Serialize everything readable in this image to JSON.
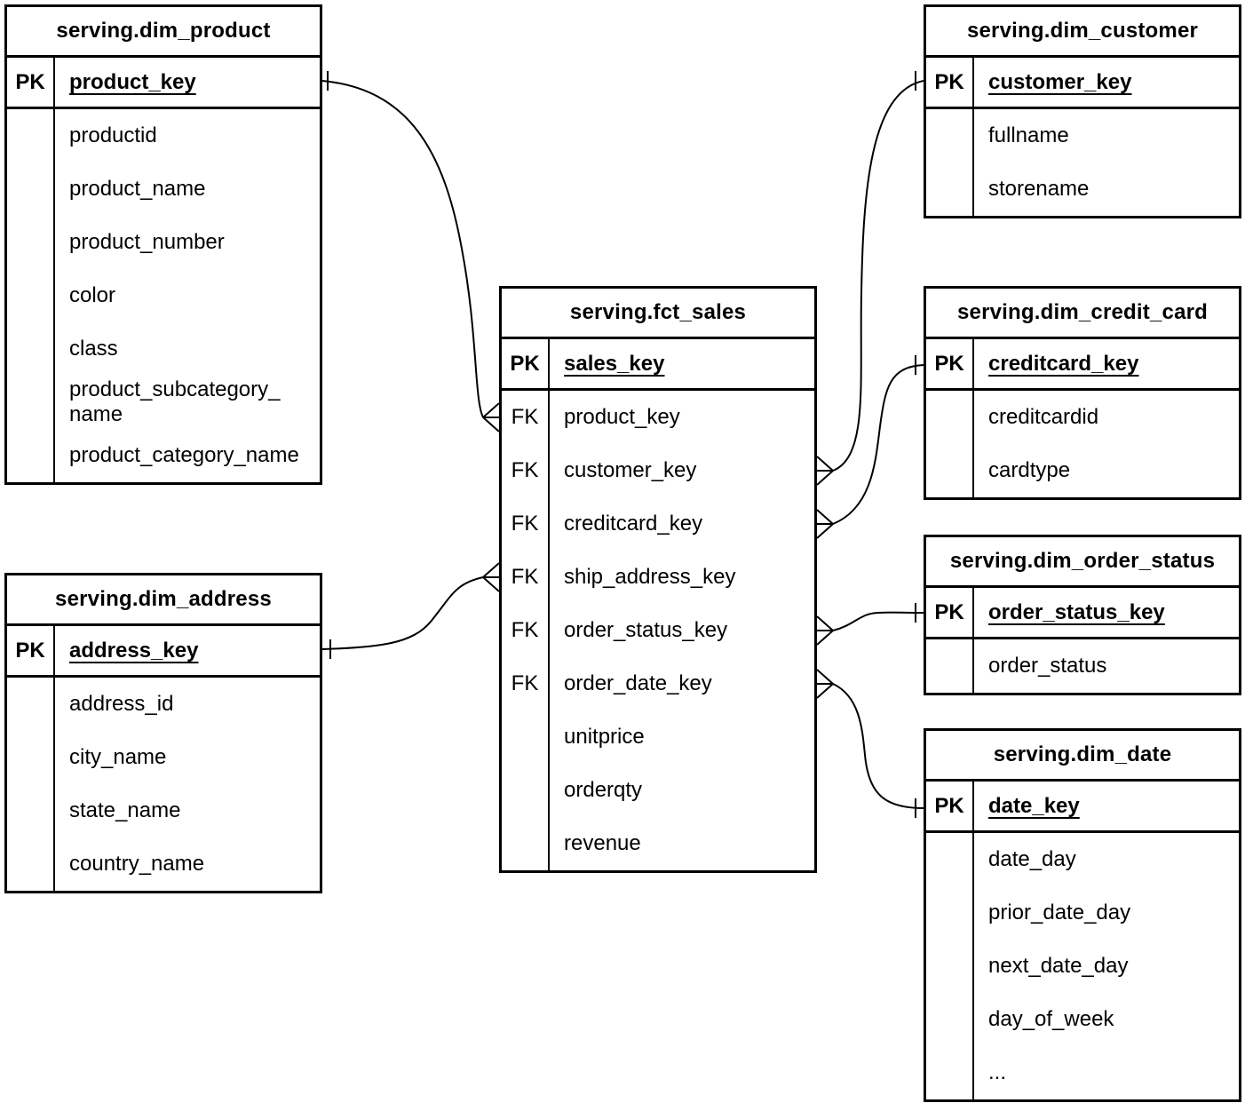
{
  "tables": {
    "dim_product": {
      "title": "serving.dim_product",
      "pk": {
        "key": "PK",
        "name": "product_key"
      },
      "fields": [
        {
          "key": "",
          "name": "productid"
        },
        {
          "key": "",
          "name": "product_name"
        },
        {
          "key": "",
          "name": "product_number"
        },
        {
          "key": "",
          "name": "color"
        },
        {
          "key": "",
          "name": "class"
        },
        {
          "key": "",
          "name": "product_subcategory_\nname"
        },
        {
          "key": "",
          "name": "product_category_name"
        }
      ]
    },
    "dim_address": {
      "title": "serving.dim_address",
      "pk": {
        "key": "PK",
        "name": "address_key"
      },
      "fields": [
        {
          "key": "",
          "name": "address_id"
        },
        {
          "key": "",
          "name": "city_name"
        },
        {
          "key": "",
          "name": "state_name"
        },
        {
          "key": "",
          "name": "country_name"
        }
      ]
    },
    "fct_sales": {
      "title": "serving.fct_sales",
      "pk": {
        "key": "PK",
        "name": "sales_key"
      },
      "fields": [
        {
          "key": "FK",
          "name": "product_key"
        },
        {
          "key": "FK",
          "name": "customer_key"
        },
        {
          "key": "FK",
          "name": "creditcard_key"
        },
        {
          "key": "FK",
          "name": "ship_address_key"
        },
        {
          "key": "FK",
          "name": "order_status_key"
        },
        {
          "key": "FK",
          "name": "order_date_key"
        },
        {
          "key": "",
          "name": "unitprice"
        },
        {
          "key": "",
          "name": "orderqty"
        },
        {
          "key": "",
          "name": "revenue"
        }
      ]
    },
    "dim_customer": {
      "title": "serving.dim_customer",
      "pk": {
        "key": "PK",
        "name": "customer_key"
      },
      "fields": [
        {
          "key": "",
          "name": "fullname"
        },
        {
          "key": "",
          "name": "storename"
        }
      ]
    },
    "dim_credit_card": {
      "title": "serving.dim_credit_card",
      "pk": {
        "key": "PK",
        "name": "creditcard_key"
      },
      "fields": [
        {
          "key": "",
          "name": "creditcardid"
        },
        {
          "key": "",
          "name": "cardtype"
        }
      ]
    },
    "dim_order_status": {
      "title": "serving.dim_order_status",
      "pk": {
        "key": "PK",
        "name": "order_status_key"
      },
      "fields": [
        {
          "key": "",
          "name": "order_status"
        }
      ]
    },
    "dim_date": {
      "title": "serving.dim_date",
      "pk": {
        "key": "PK",
        "name": "date_key"
      },
      "fields": [
        {
          "key": "",
          "name": "date_day"
        },
        {
          "key": "",
          "name": "prior_date_day"
        },
        {
          "key": "",
          "name": "next_date_day"
        },
        {
          "key": "",
          "name": "day_of_week"
        },
        {
          "key": "",
          "name": "..."
        }
      ]
    }
  },
  "relationships": [
    {
      "many": "serving.fct_sales.product_key",
      "one": "serving.dim_product.product_key"
    },
    {
      "many": "serving.fct_sales.customer_key",
      "one": "serving.dim_customer.customer_key"
    },
    {
      "many": "serving.fct_sales.creditcard_key",
      "one": "serving.dim_credit_card.creditcard_key"
    },
    {
      "many": "serving.fct_sales.ship_address_key",
      "one": "serving.dim_address.address_key"
    },
    {
      "many": "serving.fct_sales.order_status_key",
      "one": "serving.dim_order_status.order_status_key"
    },
    {
      "many": "serving.fct_sales.order_date_key",
      "one": "serving.dim_date.date_key"
    }
  ],
  "colors": {
    "line": "#000000",
    "background": "#ffffff",
    "text": "#000000"
  }
}
